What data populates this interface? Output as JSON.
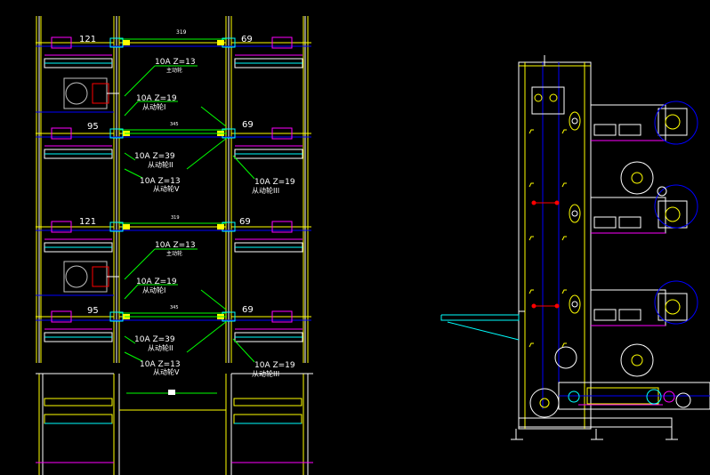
{
  "drawing": {
    "background": "#000000",
    "colors": {
      "frame": "#ffff00",
      "outline": "#ffffff",
      "leader": "#00ff00",
      "shaft": "#0000ff",
      "motor": "#c0c0c0",
      "accent": "#ff00ff",
      "chain": "#ff0000",
      "cyan": "#00ffff"
    },
    "left_view": {
      "top_dimension": "319",
      "blocks": [
        {
          "dim_left": "121",
          "dim_right": "69",
          "motor_label": "10A Z=13",
          "motor_sub": "主动轮",
          "mid_label": "10A Z=19",
          "mid_sub": "从动轮I",
          "row2_dim_left": "95",
          "row2_dim_mid": "345",
          "row2_dim_right": "69",
          "low_label": "10A Z=39",
          "low_sub": "从动轮II",
          "bottom_left_label": "10A Z=13",
          "bottom_left_sub": "从动轮V",
          "bottom_right_label": "10A Z=19",
          "bottom_right_sub": "从动轮III"
        },
        {
          "dim_left": "121",
          "dim_right": "69",
          "motor_label": "10A Z=13",
          "motor_sub": "主动轮",
          "mid_label": "10A Z=19",
          "mid_sub": "从动轮I",
          "row2_dim_left": "95",
          "row2_dim_mid": "345",
          "row2_dim_right": "69",
          "low_label": "10A Z=39",
          "low_sub": "从动轮II",
          "bottom_left_label": "10A Z=13",
          "bottom_left_sub": "从动轮V",
          "bottom_right_label": "10A Z=19",
          "bottom_right_sub": "从动轮III"
        }
      ],
      "top_dims": [
        "319",
        "345",
        "319",
        "345"
      ]
    }
  }
}
